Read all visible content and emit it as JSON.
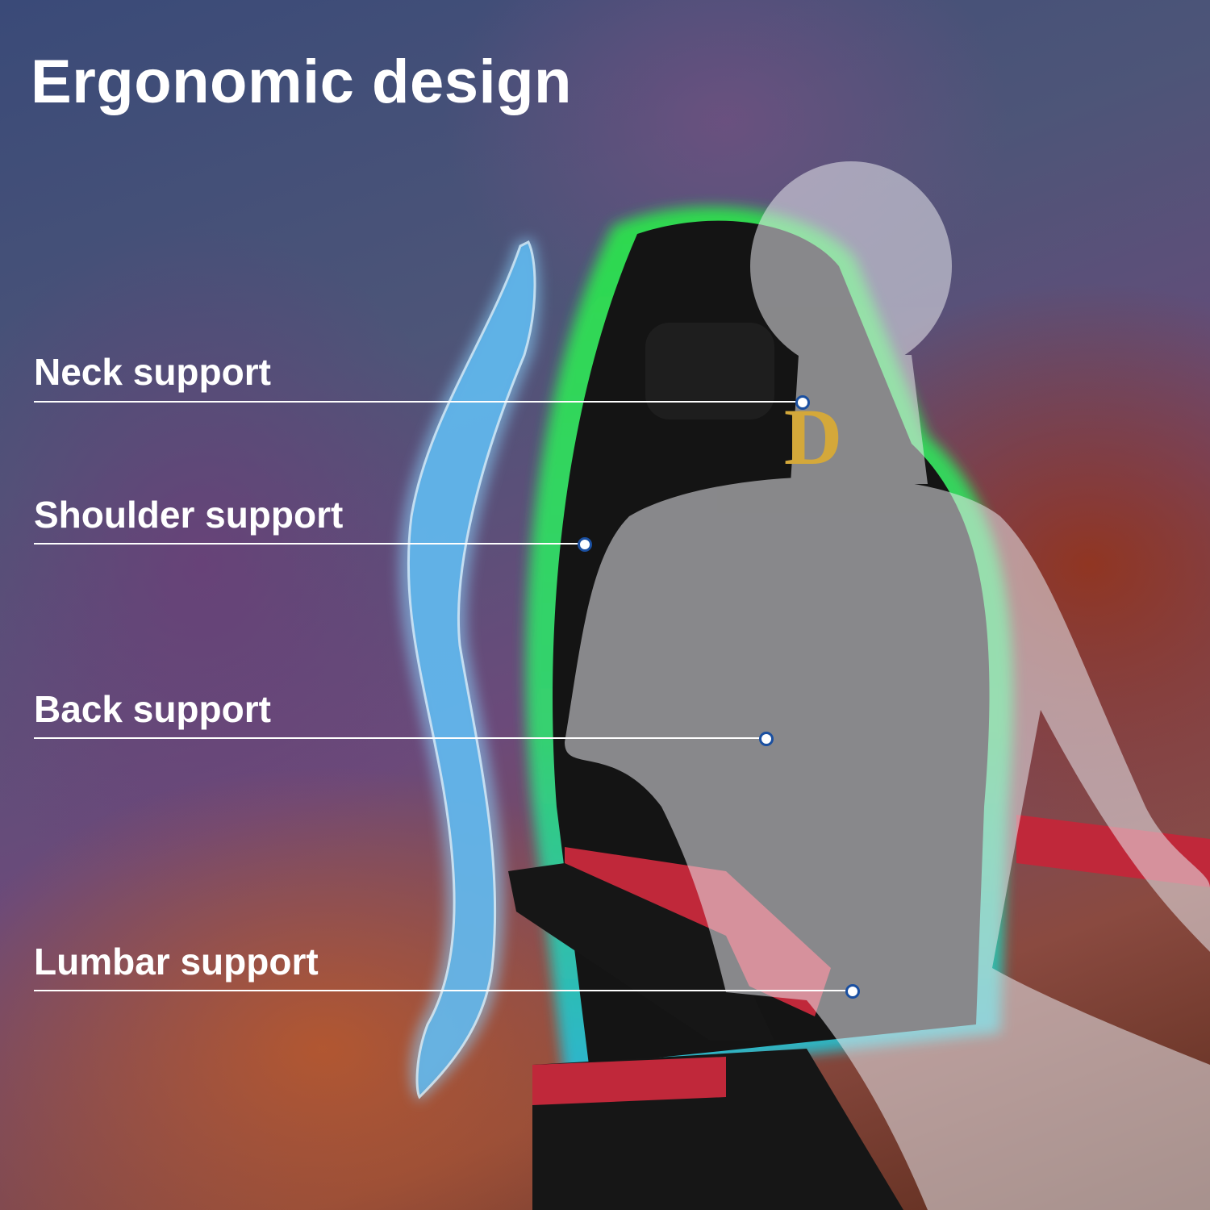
{
  "title": "Ergonomic design",
  "labels": [
    {
      "text": "Neck support"
    },
    {
      "text": "Shoulder support"
    },
    {
      "text": "Back support"
    },
    {
      "text": "Lumbar support"
    }
  ],
  "logo": "D",
  "colors": {
    "led_green": "#22e040",
    "armrest_red": "#c0283a",
    "chair_black": "#141414",
    "spine_blue": "#6cc8ff",
    "logo_gold": "#d4a83a",
    "marker_blue": "#1a4fa0"
  }
}
